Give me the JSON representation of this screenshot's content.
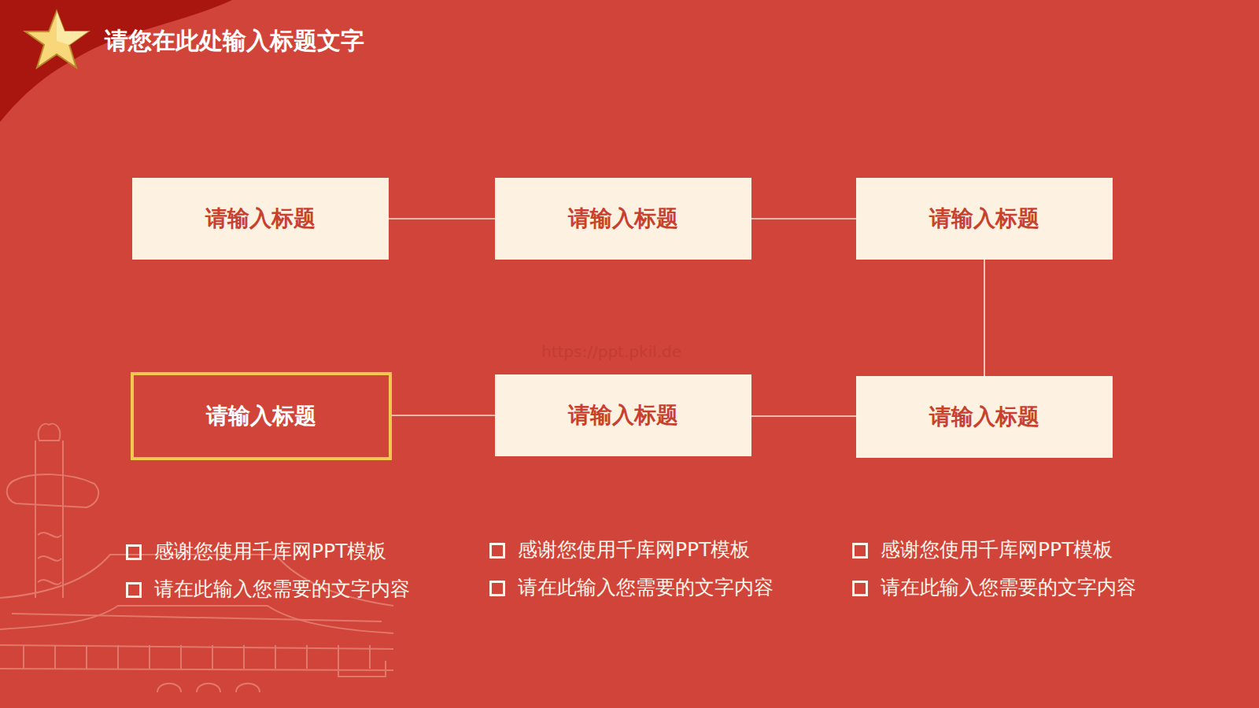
{
  "diagram": {
    "title": "请您在此处输入标题文字",
    "nodes": [
      {
        "text": [
          "请输入标题"
        ]
      },
      {
        "text": [
          "请输入标题"
        ]
      },
      {
        "text": [
          "请输入标题"
        ]
      },
      {
        "text": [
          "请输入标题"
        ]
      },
      {
        "text": [
          "请输入标题"
        ]
      },
      {
        "text": [
          "请输入标题"
        ]
      }
    ],
    "edges": [
      {
        "from": 0,
        "to": 1,
        "arrow": "none"
      },
      {
        "from": 1,
        "to": 2,
        "arrow": "none"
      },
      {
        "from": 2,
        "to": 5,
        "arrow": "none"
      },
      {
        "from": 5,
        "to": 4,
        "arrow": "none"
      },
      {
        "from": 4,
        "to": 3,
        "arrow": "none"
      }
    ],
    "labels": [
      "https://ppt.pkil.de",
      "感谢您使用千库网PPT模板",
      "请在此输入您需要的文字内容",
      "感谢您使用千库网PPT模板",
      "请在此输入您需要的文字内容",
      "感谢您使用千库网PPT模板",
      "请在此输入您需要的文字内容"
    ]
  }
}
